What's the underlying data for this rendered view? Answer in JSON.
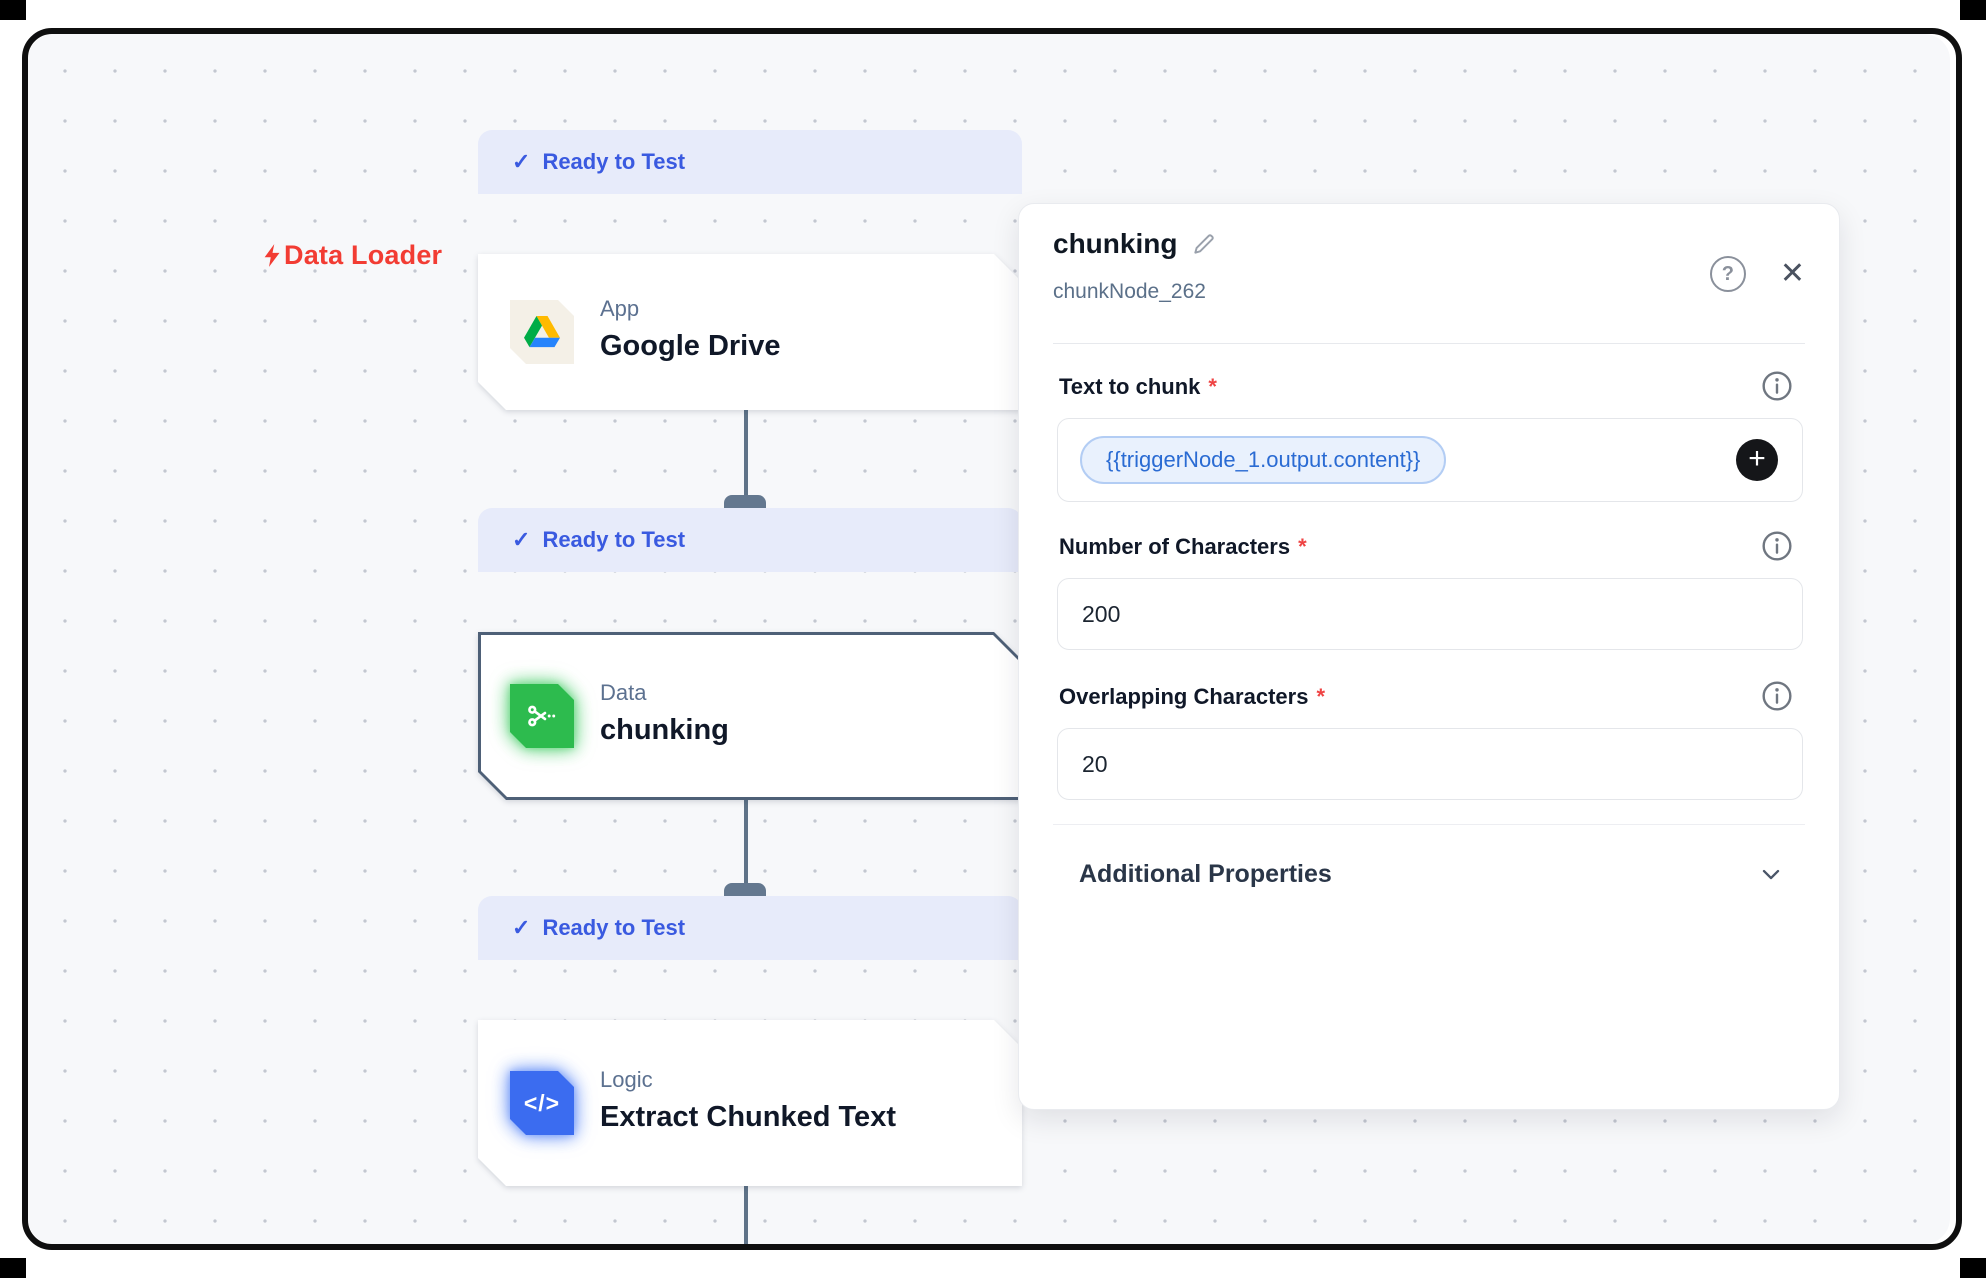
{
  "canvas": {
    "group_label": "Data Loader",
    "badge_check_glyph": "✓"
  },
  "nodes": [
    {
      "badge": "Ready to Test",
      "category": "App",
      "title": "Google Drive",
      "icon": "google-drive-icon"
    },
    {
      "badge": "Ready to Test",
      "category": "Data",
      "title": "chunking",
      "icon": "scissors-icon",
      "selected": true
    },
    {
      "badge": "Ready to Test",
      "category": "Logic",
      "title": "Extract Chunked Text",
      "icon": "code-icon",
      "icon_glyph": "</>"
    }
  ],
  "panel": {
    "title": "chunking",
    "node_id": "chunkNode_262",
    "help_glyph": "?",
    "close_glyph": "✕",
    "plus_glyph": "+",
    "fields": [
      {
        "label": "Text to chunk",
        "required": "*",
        "value": "{{triggerNode_1.output.content}}",
        "kind": "token"
      },
      {
        "label": "Number of Characters",
        "required": "*",
        "value": "200"
      },
      {
        "label": "Overlapping Characters",
        "required": "*",
        "value": "20"
      }
    ],
    "additional_properties_label": "Additional Properties"
  },
  "colors": {
    "badge_bg": "#e7ebfa",
    "badge_text": "#3a5ae0",
    "group_label_red": "#f23c33",
    "connector": "#5f7388",
    "selected_border": "#4e6077",
    "tile_green": "#2dbb4e",
    "tile_blue": "#3b6cf0",
    "token_text": "#2a6bd3",
    "token_bg": "#e9f1fd",
    "canvas_bg": "#f7f8fa"
  }
}
